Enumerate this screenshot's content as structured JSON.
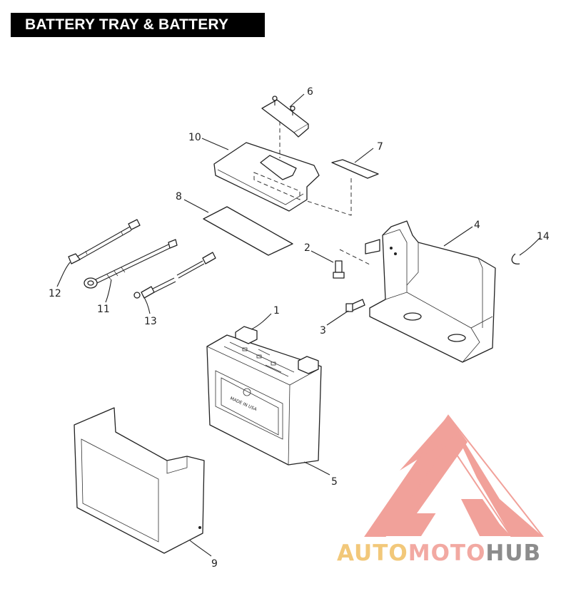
{
  "title": "BATTERY TRAY & BATTERY",
  "battery_label": "MADE IN USA",
  "callouts": [
    {
      "id": "1",
      "label": "1"
    },
    {
      "id": "2",
      "label": "2"
    },
    {
      "id": "3",
      "label": "3"
    },
    {
      "id": "4",
      "label": "4"
    },
    {
      "id": "5",
      "label": "5"
    },
    {
      "id": "6",
      "label": "6"
    },
    {
      "id": "7",
      "label": "7"
    },
    {
      "id": "8",
      "label": "8"
    },
    {
      "id": "9",
      "label": "9"
    },
    {
      "id": "10",
      "label": "10"
    },
    {
      "id": "11",
      "label": "11"
    },
    {
      "id": "12",
      "label": "12"
    },
    {
      "id": "13",
      "label": "13"
    },
    {
      "id": "14",
      "label": "14"
    }
  ],
  "watermark": {
    "part1": "AUTO",
    "part2": "MOTO",
    "part3": "HUB",
    "color_auto": "#f2c87a",
    "color_moto": "#f2a9a2",
    "color_hub": "#8c8c8c",
    "logo_color": "#f19c95"
  }
}
